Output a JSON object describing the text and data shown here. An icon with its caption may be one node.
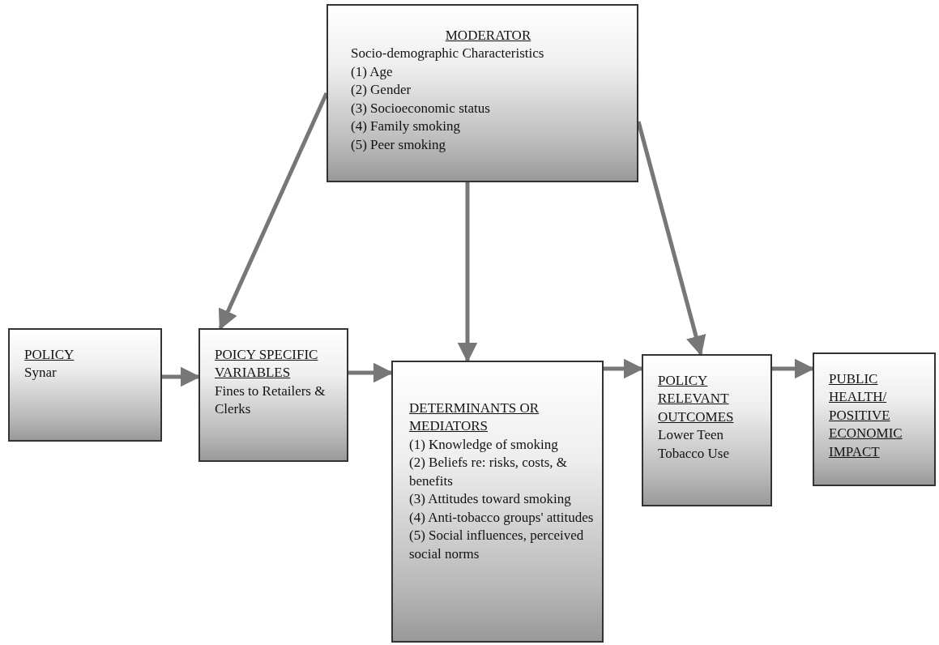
{
  "diagram": {
    "nodes": [
      {
        "text": [
          "MODERATOR",
          "Socio-demographic Characteristics",
          "(1) Age",
          "(2) Gender",
          "(3) Socioeconomic status",
          "(4) Family smoking",
          "(5) Peer smoking"
        ]
      },
      {
        "text": [
          "POLICY",
          "Synar"
        ]
      },
      {
        "text": [
          "POICY SPECIFIC VARIABLES",
          "Fines to Retailers & Clerks"
        ]
      },
      {
        "text": [
          "DETERMINANTS OR MEDIATORS",
          "(1) Knowledge of smoking",
          "(2) Beliefs re: risks, costs, & benefits",
          "(3) Attitudes toward smoking",
          "(4) Anti-tobacco groups' attitudes",
          "(5) Social influences, perceived social norms"
        ]
      },
      {
        "text": [
          "POLICY RELEVANT OUTCOMES",
          "Lower Teen Tobacco Use"
        ]
      },
      {
        "text": [
          "PUBLIC HEALTH/ POSITIVE ECONOMIC IMPACT"
        ]
      }
    ],
    "edges": [
      {
        "from": 0,
        "to": 2,
        "arrow": "to"
      },
      {
        "from": 0,
        "to": 3,
        "arrow": "to"
      },
      {
        "from": 0,
        "to": 4,
        "arrow": "to"
      },
      {
        "from": 1,
        "to": 2,
        "arrow": "to"
      },
      {
        "from": 2,
        "to": 3,
        "arrow": "to"
      },
      {
        "from": 3,
        "to": 4,
        "arrow": "to"
      },
      {
        "from": 4,
        "to": 5,
        "arrow": "to"
      }
    ]
  }
}
